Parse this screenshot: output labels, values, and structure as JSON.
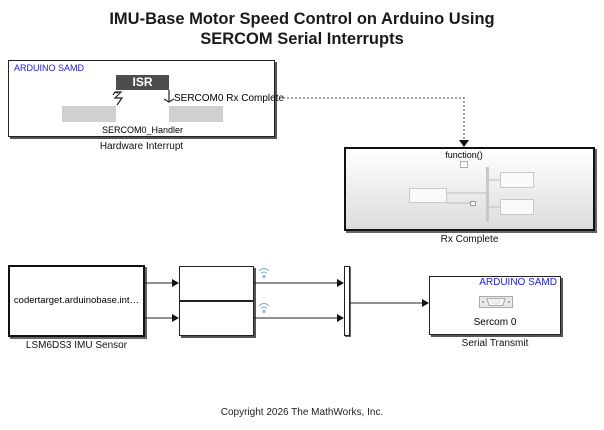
{
  "title": {
    "line1": "IMU-Base Motor Speed Control on Arduino Using",
    "line2": "SERCOM Serial Interrupts"
  },
  "hardware_interrupt": {
    "badge": "ARDUINO SAMD",
    "isr_label": "ISR",
    "output_port_label": "SERCOM0 Rx Complete",
    "handler_label": "SERCOM0_Handler",
    "caption": "Hardware Interrupt"
  },
  "rx_complete": {
    "trigger_label": "function()",
    "caption": "Rx Complete"
  },
  "imu_sensor": {
    "text": "codertarget.arduinobase.int…",
    "caption": "LSM6DS3 IMU Sensor"
  },
  "serial_transmit": {
    "badge": "ARDUINO SAMD",
    "port_label": "Sercom 0",
    "caption": "Serial Transmit"
  },
  "signal_icons": [
    "wireless-signal-icon",
    "wireless-signal-icon"
  ],
  "copyright": "Copyright 2026 The MathWorks, Inc.",
  "colors": {
    "badge_blue": "#1a1aff",
    "isr_fill": "#4d4d4d",
    "signal_icon": "#8fb4e3"
  }
}
